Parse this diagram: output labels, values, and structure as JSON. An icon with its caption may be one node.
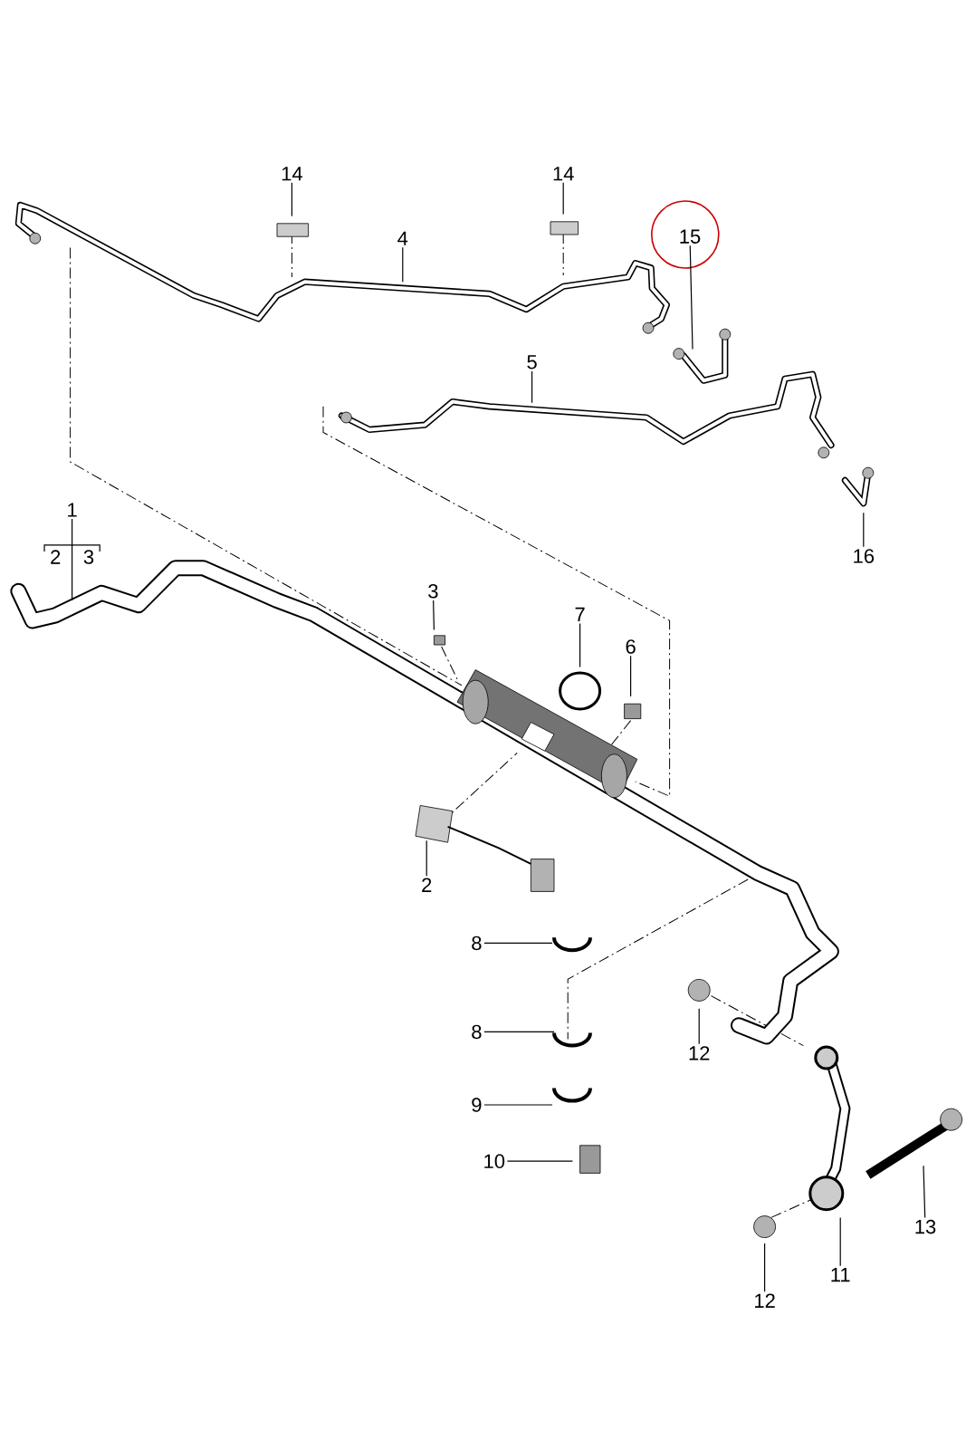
{
  "diagram": {
    "nodes": [
      {
        "text": [
          "14"
        ]
      },
      {
        "text": [
          "14"
        ]
      },
      {
        "text": [
          "15"
        ]
      },
      {
        "text": [
          "4"
        ]
      },
      {
        "text": [
          "5"
        ]
      },
      {
        "text": [
          "1"
        ]
      },
      {
        "text": [
          "16"
        ]
      },
      {
        "text": [
          "3"
        ]
      },
      {
        "text": [
          "7"
        ]
      },
      {
        "text": [
          "6"
        ]
      },
      {
        "text": [
          "2"
        ]
      },
      {
        "text": [
          "8"
        ]
      },
      {
        "text": [
          "8"
        ]
      },
      {
        "text": [
          "12"
        ]
      },
      {
        "text": [
          "9"
        ]
      },
      {
        "text": [
          "10"
        ]
      },
      {
        "text": [
          "13"
        ]
      },
      {
        "text": [
          "11"
        ]
      },
      {
        "text": [
          "12"
        ]
      }
    ],
    "edges": [
      {
        "from": 0,
        "to": null,
        "arrow": "none"
      },
      {
        "from": 1,
        "to": null,
        "arrow": "none"
      },
      {
        "from": 2,
        "to": null,
        "arrow": "none"
      },
      {
        "from": 3,
        "to": null,
        "arrow": "none"
      },
      {
        "from": 4,
        "to": null,
        "arrow": "none"
      },
      {
        "from": 5,
        "to": null,
        "arrow": "none"
      },
      {
        "from": 6,
        "to": null,
        "arrow": "none"
      },
      {
        "from": 7,
        "to": null,
        "arrow": "none"
      },
      {
        "from": 8,
        "to": null,
        "arrow": "none"
      },
      {
        "from": 9,
        "to": null,
        "arrow": "none"
      },
      {
        "from": 10,
        "to": null,
        "arrow": "none"
      },
      {
        "from": 11,
        "to": null,
        "arrow": "none"
      },
      {
        "from": 12,
        "to": null,
        "arrow": "none"
      },
      {
        "from": 13,
        "to": null,
        "arrow": "none"
      },
      {
        "from": 14,
        "to": null,
        "arrow": "none"
      },
      {
        "from": 15,
        "to": null,
        "arrow": "none"
      },
      {
        "from": 16,
        "to": null,
        "arrow": "none"
      },
      {
        "from": 17,
        "to": null,
        "arrow": "none"
      },
      {
        "from": 18,
        "to": null,
        "arrow": "none"
      }
    ],
    "labels": [
      "2",
      "3"
    ]
  }
}
